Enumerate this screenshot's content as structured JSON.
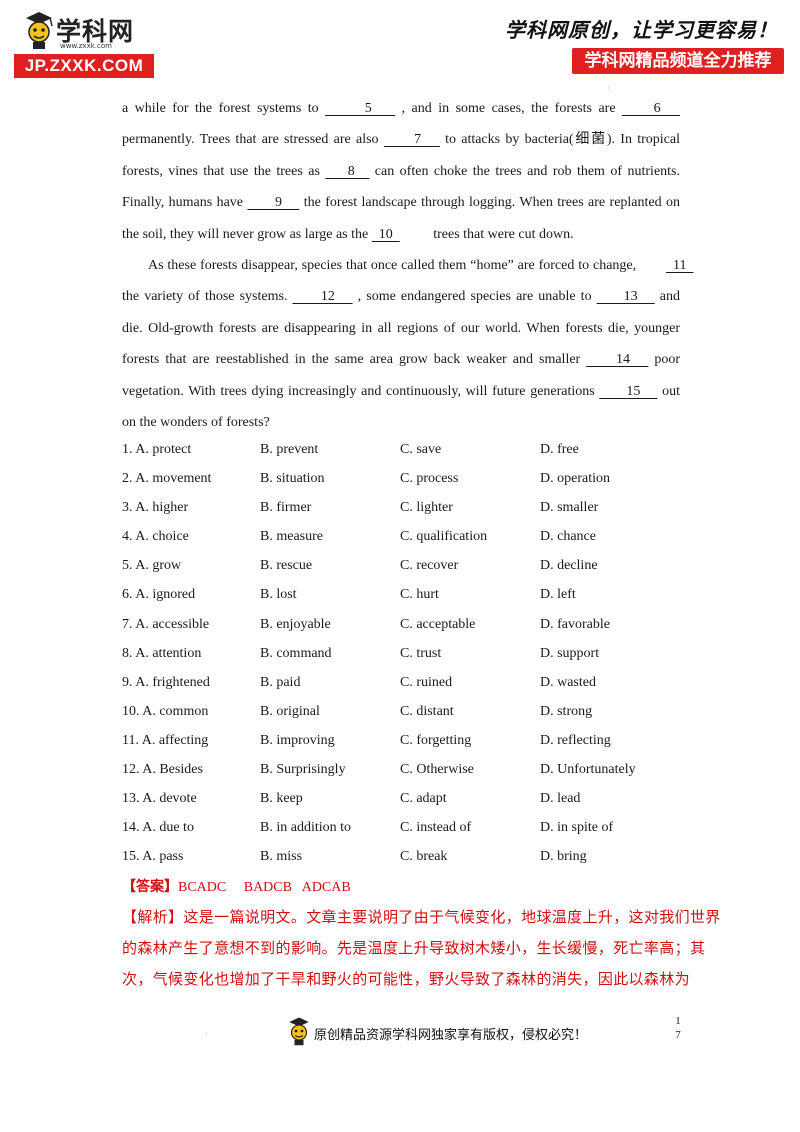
{
  "header": {
    "brand_cn": "学科网",
    "brand_url": "www.zxxk.com",
    "brand_banner": "JP.ZXXK.COM",
    "slogan": "学科网原创，让学习更容易！",
    "recommend": "学科网精品频道全力推荐",
    "colors": {
      "accent": "#e02020"
    }
  },
  "passage": {
    "lines": [
      {
        "segs": [
          {
            "t": "a while for the forest systems to "
          },
          {
            "b": "5",
            "w": 70
          },
          {
            "t": " , and in some cases, the forests are "
          },
          {
            "b": "6",
            "w": 58
          }
        ]
      },
      {
        "segs": [
          {
            "t": "permanently. Trees that are stressed are also "
          },
          {
            "b": "7",
            "w": 56
          },
          {
            "t": " to attacks by bacteria(细菌). In tropical"
          }
        ]
      },
      {
        "segs": [
          {
            "t": "forests, vines that use the trees as "
          },
          {
            "b": "8",
            "w": 44
          },
          {
            "t": " can often choke the trees and rob them of nutrients."
          }
        ]
      },
      {
        "segs": [
          {
            "t": "Finally, humans have "
          },
          {
            "b": "9",
            "w": 52
          },
          {
            "t": " the forest landscape through logging. When trees are replanted on"
          }
        ]
      },
      {
        "segs": [
          {
            "t": "the soil, they will never grow as large as the "
          },
          {
            "b": "10",
            "w": 58
          },
          {
            "t": " trees that were cut down."
          }
        ],
        "last": true
      },
      {
        "segs": [
          {
            "t": "As these forests disappear, species that once called them “home” are forced to change, "
          },
          {
            "b": "11",
            "w": 40
          }
        ],
        "indent": true
      },
      {
        "segs": [
          {
            "t": "the variety of those systems. "
          },
          {
            "b": "12",
            "w": 60
          },
          {
            "t": " , some endangered species are unable to "
          },
          {
            "b": "13",
            "w": 58
          },
          {
            "t": " and"
          }
        ]
      },
      {
        "segs": [
          {
            "t": "die. Old-growth forests are disappearing in all regions of our world. When forests die, younger"
          }
        ]
      },
      {
        "segs": [
          {
            "t": "forests that are reestablished in the same area grow back weaker and smaller "
          },
          {
            "b": "14",
            "w": 62
          },
          {
            "t": " poor"
          }
        ]
      },
      {
        "segs": [
          {
            "t": "vegetation. With trees dying increasingly and continuously, will future generations "
          },
          {
            "b": "15",
            "w": 58
          },
          {
            "t": " out"
          }
        ]
      },
      {
        "segs": [
          {
            "t": "on the wonders of forests?"
          }
        ],
        "last": true
      }
    ]
  },
  "options": [
    [
      "1. A. protect",
      "B. prevent",
      "C. save",
      "D. free"
    ],
    [
      "2. A. movement",
      "B. situation",
      "C. process",
      "D. operation"
    ],
    [
      "3. A. higher",
      "B. firmer",
      "C. lighter",
      "D. smaller"
    ],
    [
      "4. A. choice",
      "B. measure",
      "C. qualification",
      "D. chance"
    ],
    [
      "5. A. grow",
      "B. rescue",
      "C. recover",
      "D. decline"
    ],
    [
      "6. A. ignored",
      "B. lost",
      "C. hurt",
      "D. left"
    ],
    [
      "7. A. accessible",
      "B. enjoyable",
      "C. acceptable",
      "D. favorable"
    ],
    [
      "8. A. attention",
      "B. command",
      "C. trust",
      "D. support"
    ],
    [
      "9. A. frightened",
      "B. paid",
      "C. ruined",
      "D. wasted"
    ],
    [
      "10. A. common",
      "B. original",
      "C. distant",
      "D. strong"
    ],
    [
      "11. A. affecting",
      "B. improving",
      "C. forgetting",
      "D. reflecting"
    ],
    [
      "12. A. Besides",
      "B. Surprisingly",
      "C. Otherwise",
      "D. Unfortunately"
    ],
    [
      "13. A. devote",
      "B. keep",
      "C. adapt",
      "D. lead"
    ],
    [
      "14. A. due to",
      "B. in addition to",
      "C. instead of",
      "D. in spite of"
    ],
    [
      "15. A. pass",
      "B. miss",
      "C. break",
      "D. bring"
    ]
  ],
  "answer": {
    "tag": "【答案】",
    "groups": [
      "BCADC",
      "BADCB",
      "ADCAB"
    ]
  },
  "analysis": {
    "tag": "【解析】",
    "lines": [
      "这是一篇说明文。文章主要说明了由于气候变化，地球温度上升，这对我们世界",
      "的森林产生了意想不到的影响。先是温度上升导致树木矮小，生长缓慢，死亡率高；其",
      "次，气候变化也增加了干旱和野火的可能性，野火导致了森林的消失，因此以森林为"
    ]
  },
  "footer": {
    "text": "原创精品资源学科网独家享有版权，侵权必究！",
    "page_current": "1",
    "page_total": "7"
  }
}
